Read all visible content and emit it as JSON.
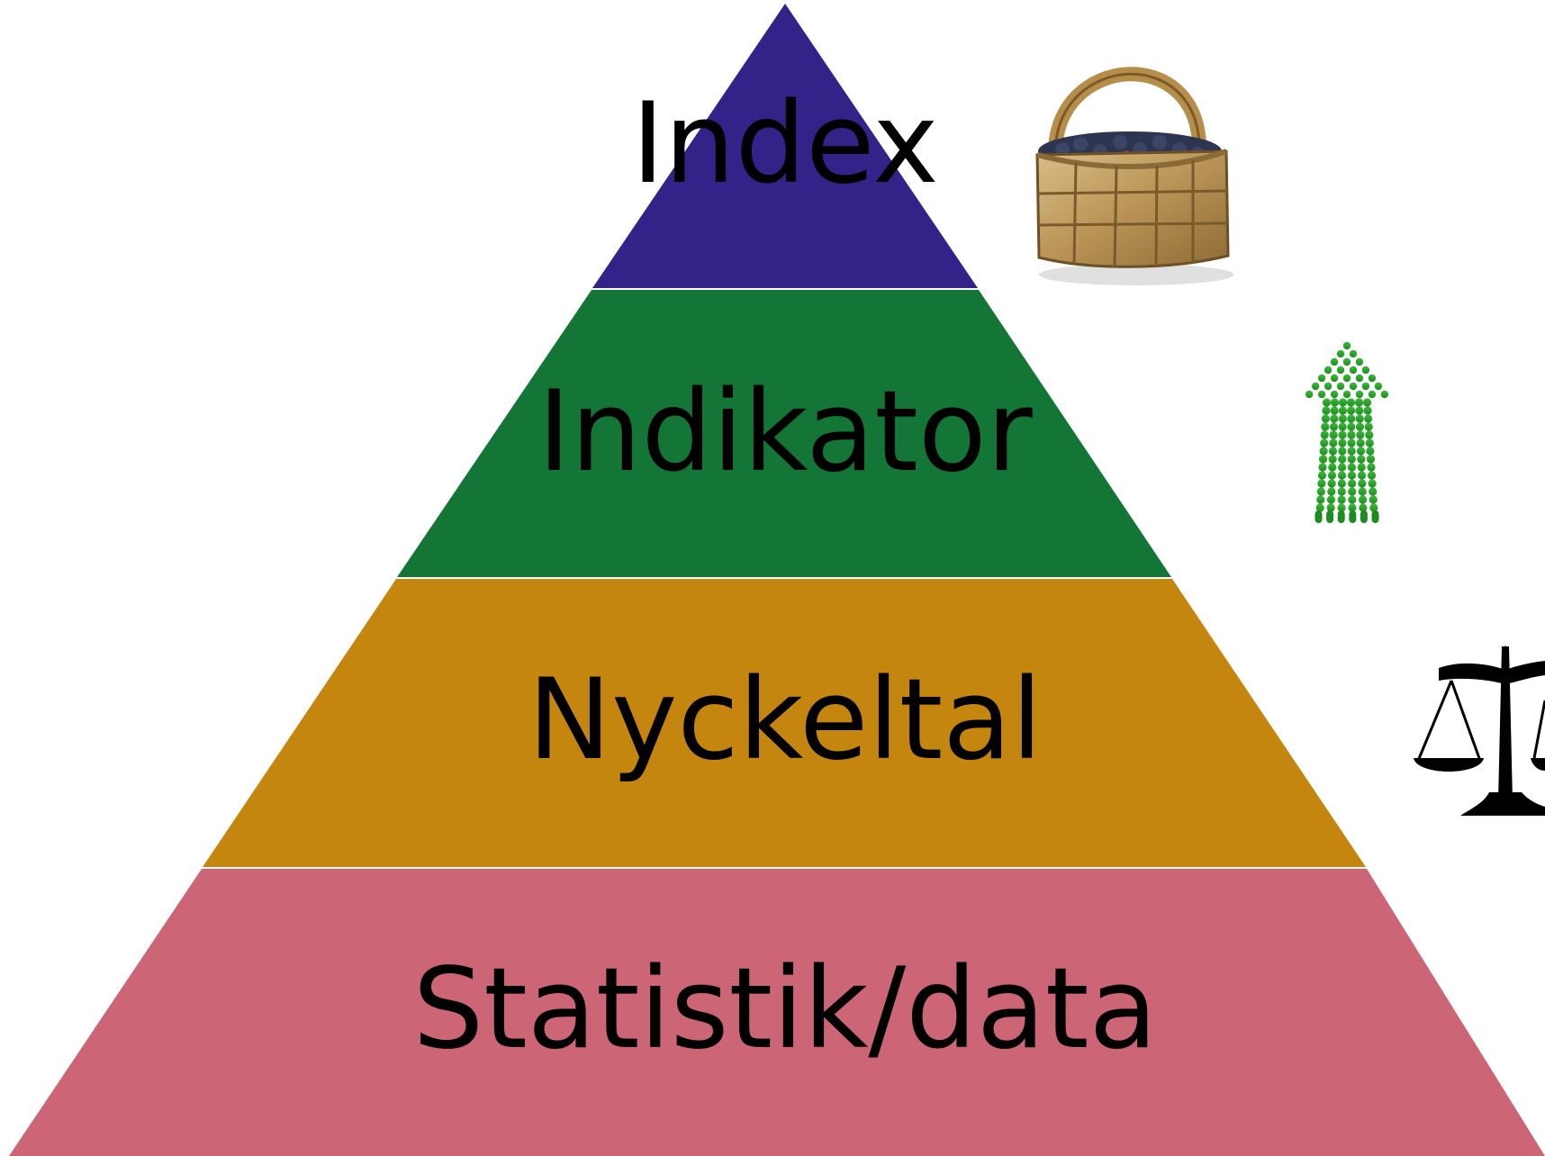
{
  "diagram": {
    "type": "pyramid",
    "tiers": [
      {
        "label": "Index",
        "color": "#332288",
        "icon": "basket-of-berries-icon"
      },
      {
        "label": "Indikator",
        "color": "#137636",
        "icon": "dotted-green-up-arrow-icon"
      },
      {
        "label": "Nyckeltal",
        "color": "#C4860E",
        "icon": "balance-scale-icon"
      },
      {
        "label": "Statistik/data",
        "color": "#CC6677",
        "icon": ""
      }
    ],
    "separator_color": "#FFFFFF"
  }
}
